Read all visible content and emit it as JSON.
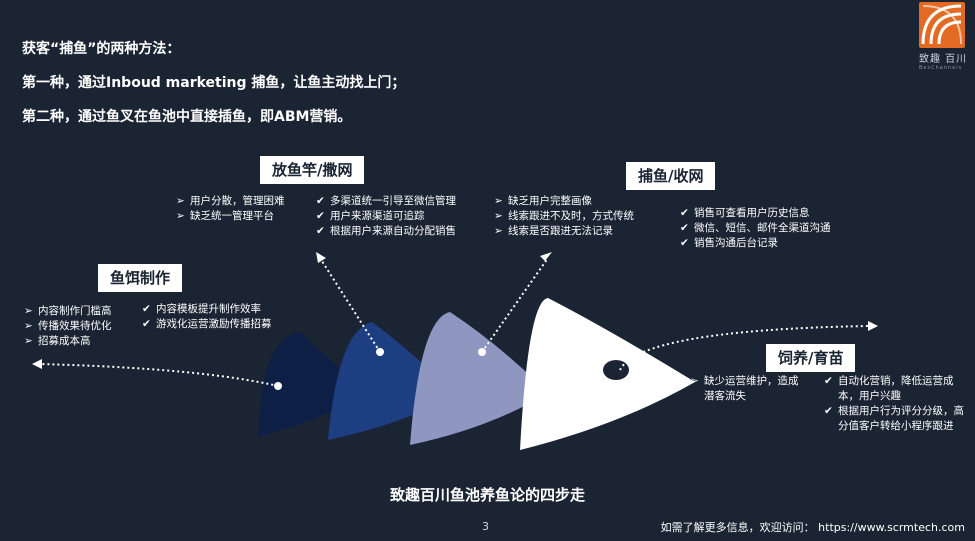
{
  "header": {
    "line1": "获客“捕鱼”的两种方法：",
    "line2": "第一种，通过Inboud marketing 捕鱼，让鱼主动找上门；",
    "line3": "第二种，通过鱼叉在鱼池中直接插鱼，即ABM营销。"
  },
  "logo": {
    "text": "致趣 百川",
    "sub": "BesChannels"
  },
  "stages": {
    "bait": {
      "label": "鱼饵制作",
      "pains": [
        "内容制作门槛高",
        "传播效果待优化",
        "招募成本高"
      ],
      "solutions": [
        "内容模板提升制作效率",
        "游戏化运营激励传播招募"
      ]
    },
    "rod": {
      "label": "放鱼竿/撒网",
      "pains": [
        "用户分散，管理困难",
        "缺乏统一管理平台"
      ],
      "solutions": [
        "多渠道统一引导至微信管理",
        "用户来源渠道可追踪",
        "根据用户来源自动分配销售"
      ]
    },
    "net": {
      "label": "捕鱼/收网",
      "pains": [
        "缺乏用户完整画像",
        "线索跟进不及时，方式传统",
        "线索是否跟进无法记录"
      ],
      "solutions": [
        "销售可查看用户历史信息",
        "微信、短信、邮件全渠道沟通",
        "销售沟通后台记录"
      ]
    },
    "nurture": {
      "label": "饲养/育苗",
      "pains": [
        "缺少运营维护，造成潜客流失"
      ],
      "solutions": [
        "自动化营销，降低运营成本，用户兴趣",
        "根据用户行为评分分级，高分值客户转给小程序跟进"
      ]
    }
  },
  "markers": {
    "pain": "➢",
    "solution": "✔"
  },
  "colors": {
    "background": "#1a2433",
    "fish1": "#0d1f45",
    "fish2": "#1d3f82",
    "fish3": "#8f97c0",
    "fish4": "#ffffff",
    "logo": "#e26a22"
  },
  "caption": "致趣百川鱼池养鱼论的四步走",
  "page_number": "3",
  "footer": "如需了解更多信息，欢迎访问： https://www.scrmtech.com"
}
